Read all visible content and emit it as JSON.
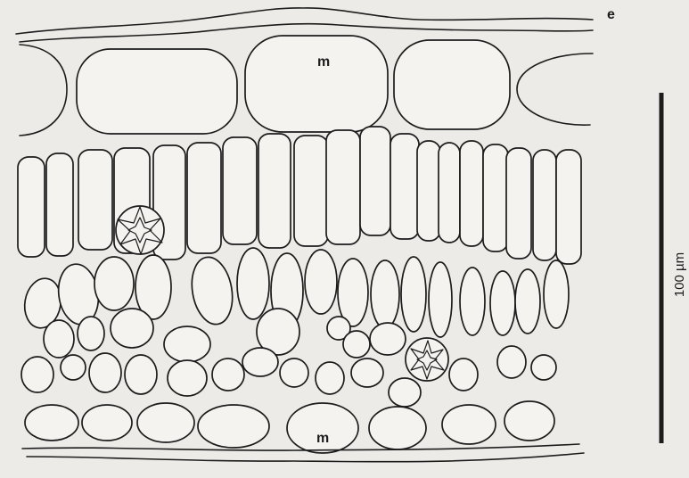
{
  "labels": {
    "epidermis": "e",
    "mucilage_top": "m",
    "mucilage_bottom": "m"
  },
  "scale_bar": {
    "label": "100 µm"
  }
}
